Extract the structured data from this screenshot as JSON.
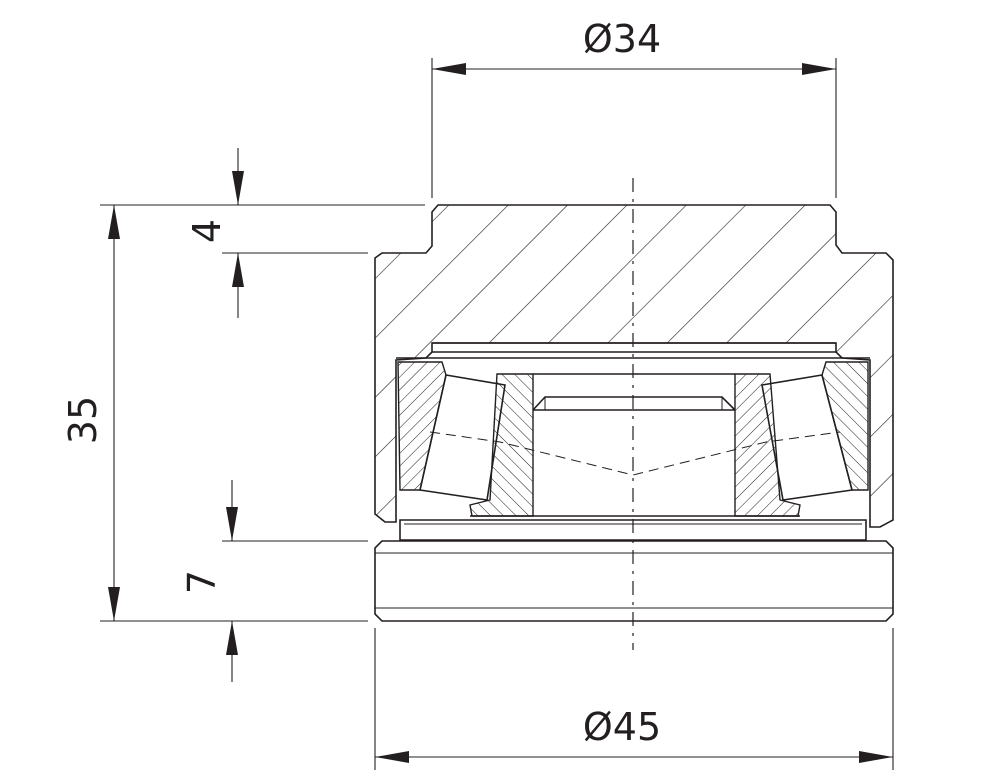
{
  "drawing": {
    "dimensions": {
      "top_diameter": "Ø34",
      "bottom_diameter": "Ø45",
      "overall_height": "35",
      "top_step": "4",
      "base_height": "7"
    }
  }
}
